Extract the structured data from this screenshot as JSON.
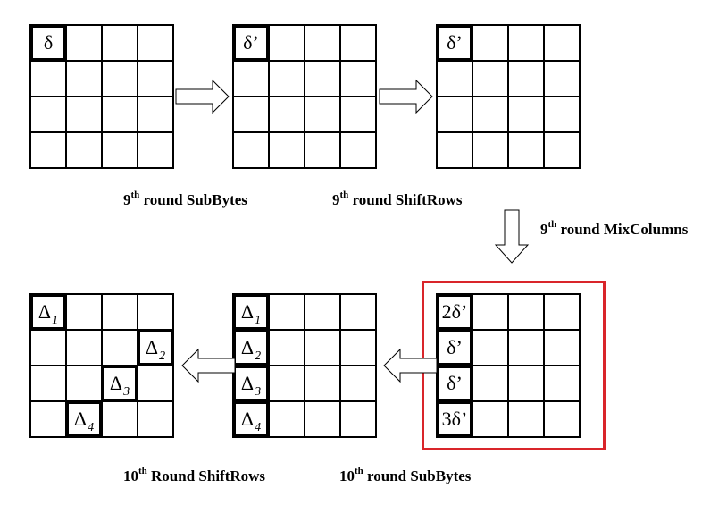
{
  "grids": {
    "subbytes9": {
      "cells": {
        "0": "δ"
      }
    },
    "shiftrows9": {
      "cells": {
        "0": "δ’"
      }
    },
    "mixcolumns9": {
      "cells": {
        "0": "δ’"
      }
    },
    "mixcolumns9_out": {
      "cells": {
        "0": "2δ’",
        "4": "δ’",
        "8": "δ’",
        "12": "3δ’"
      }
    },
    "subbytes10": {
      "cells": {
        "0": {
          "sym": "Δ",
          "sub": "1"
        },
        "4": {
          "sym": "Δ",
          "sub": "2"
        },
        "8": {
          "sym": "Δ",
          "sub": "3"
        },
        "12": {
          "sym": "Δ",
          "sub": "4"
        }
      }
    },
    "shiftrows10": {
      "cells": {
        "0": {
          "sym": "Δ",
          "sub": "1"
        },
        "7": {
          "sym": "Δ",
          "sub": "2"
        },
        "10": {
          "sym": "Δ",
          "sub": "3"
        },
        "13": {
          "sym": "Δ",
          "sub": "4"
        }
      }
    }
  },
  "captions": {
    "subbytes9": {
      "num": "9",
      "sup": "th",
      "text": " round SubBytes"
    },
    "shiftrows9": {
      "num": "9",
      "sup": "th",
      "text": " round ShiftRows"
    },
    "mixcolumns9": {
      "num": "9",
      "sup": "th",
      "text": " round MixColumns"
    },
    "shiftrows10": {
      "num": "10",
      "sup": "th",
      "text": " Round ShiftRows"
    },
    "subbytes10": {
      "num": "10",
      "sup": "th",
      "text": " round SubBytes"
    }
  },
  "colors": {
    "highlight_box": "#d9252a"
  }
}
